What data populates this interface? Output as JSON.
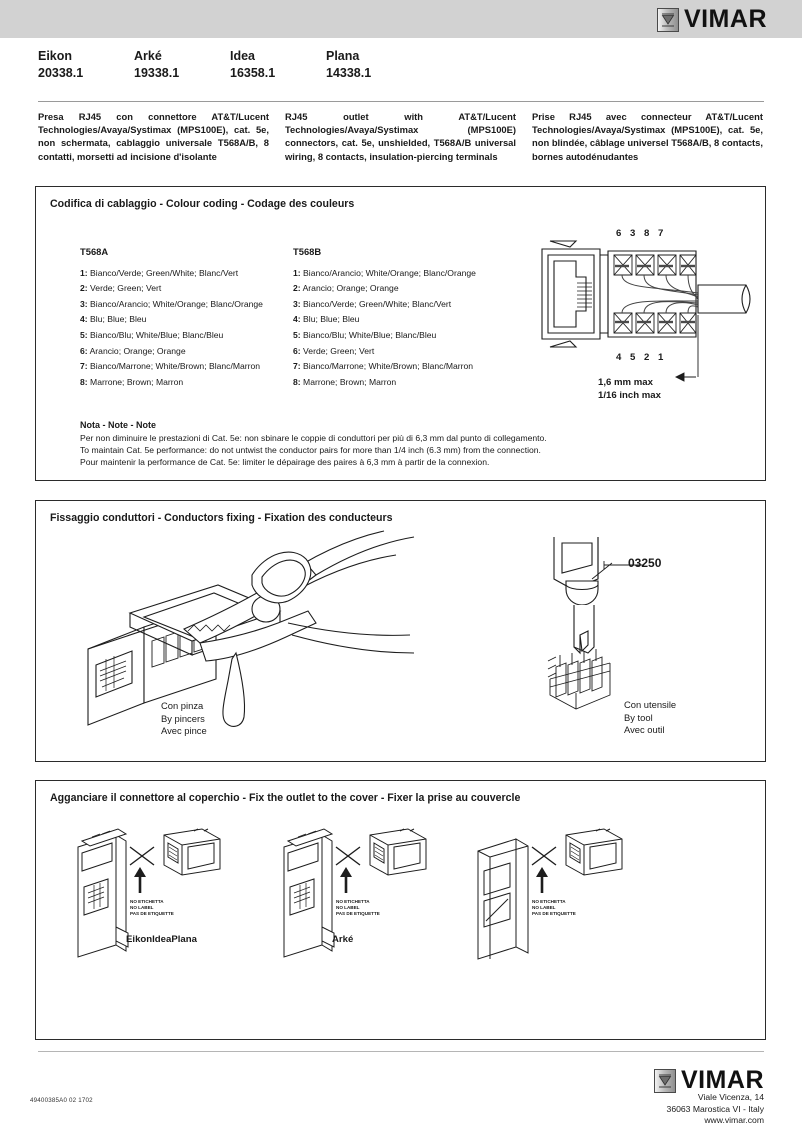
{
  "brand": {
    "name": "VIMAR",
    "logo_icon": "vimar-chevron-logo"
  },
  "products": [
    {
      "name": "Eikon",
      "code": "20338.1"
    },
    {
      "name": "Arké",
      "code": "19338.1"
    },
    {
      "name": "Idea",
      "code": "16358.1"
    },
    {
      "name": "Plana",
      "code": "14338.1"
    }
  ],
  "descriptions": [
    "Presa RJ45 con connettore AT&T/Lucent Technologies/Avaya/Systimax (MPS100E), cat. 5e, non schermata, cablaggio universale T568A/B, 8 contatti, morsetti ad incisione d'isolante",
    "RJ45 outlet with AT&T/Lucent Technologies/Avaya/Systimax (MPS100E) connectors, cat. 5e, unshielded, T568A/B universal wiring, 8 contacts, insulation-piercing terminals",
    "Prise RJ45 avec connecteur AT&T/Lucent Technologies/Avaya/Systimax (MPS100E), cat. 5e, non blindée, câblage universel T568A/B, 8 contacts, bornes autodénudantes"
  ],
  "panel_coding": {
    "title": "Codifica di cablaggio - Colour coding - Codage des couleurs",
    "standard_a": {
      "name": "T568A",
      "pins": [
        {
          "n": "1:",
          "text": "Bianco/Verde; Green/White; Blanc/Vert"
        },
        {
          "n": "2:",
          "text": "Verde; Green; Vert"
        },
        {
          "n": "3:",
          "text": "Bianco/Arancio; White/Orange; Blanc/Orange"
        },
        {
          "n": "4:",
          "text": "Blu; Blue; Bleu"
        },
        {
          "n": "5:",
          "text": "Bianco/Blu; White/Blue; Blanc/Bleu"
        },
        {
          "n": "6:",
          "text": "Arancio; Orange; Orange"
        },
        {
          "n": "7:",
          "text": "Bianco/Marrone; White/Brown; Blanc/Marron"
        },
        {
          "n": "8:",
          "text": "Marrone; Brown; Marron"
        }
      ]
    },
    "standard_b": {
      "name": "T568B",
      "pins": [
        {
          "n": "1:",
          "text": "Bianco/Arancio; White/Orange; Blanc/Orange"
        },
        {
          "n": "2:",
          "text": "Arancio; Orange; Orange"
        },
        {
          "n": "3:",
          "text": "Bianco/Verde; Green/White; Blanc/Vert"
        },
        {
          "n": "4:",
          "text": "Blu; Blue; Bleu"
        },
        {
          "n": "5:",
          "text": "Bianco/Blu; White/Blue; Blanc/Bleu"
        },
        {
          "n": "6:",
          "text": "Verde; Green; Vert"
        },
        {
          "n": "7:",
          "text": "Bianco/Marrone; White/Brown; Blanc/Marron"
        },
        {
          "n": "8:",
          "text": "Marrone; Brown; Marron"
        }
      ]
    },
    "note": {
      "head": "Nota - Note - Note",
      "it": "Per non diminuire le prestazioni di Cat. 5e: non sbinare le coppie di conduttori per più di 6,3 mm dal punto di collegamento.",
      "en": "To maintain Cat. 5e performance: do not untwist the conductor pairs for more than 1/4 inch (6.3 mm) from the connection.",
      "fr": "Pour maintenir la performance de Cat. 5e: limiter le dépairage des paires à 6,3 mm à partir de la connexion."
    },
    "diagram": {
      "pins_top": "6 3 8 7",
      "pins_bottom": "4 5 2 1",
      "dim_mm": "1,6 mm max",
      "dim_inch": "1/16 inch max"
    }
  },
  "panel_fixing": {
    "title": "Fissaggio conduttori - Conductors fixing - Fixation des conducteurs",
    "caption_pincers": {
      "it": "Con pinza",
      "en": "By pincers",
      "fr": "Avec pince"
    },
    "caption_tool": {
      "it": "Con utensile",
      "en": "By tool",
      "fr": "Avec outil"
    },
    "tool_code": "03250"
  },
  "panel_cover": {
    "title": "Agganciare il connettore al coperchio - Fix the outlet to the cover - Fixer la prise au couvercle",
    "no_label": {
      "it": "NO ETICHETTA",
      "en": "NO LABEL",
      "fr": "PAS DE ETIQUETTE"
    },
    "items": [
      {
        "caption": "EikonIdeaPlana"
      },
      {
        "caption": "Arké"
      },
      {
        "caption": ""
      }
    ]
  },
  "footer": {
    "address_line1": "Viale Vicenza, 14",
    "address_line2": "36063 Marostica VI - Italy",
    "website": "www.vimar.com",
    "doc_code": "49400385A0  02  1702"
  },
  "colors": {
    "header_band": "#d2d2d2",
    "panel_border": "#2b2b2b",
    "text": "#1a1a1a",
    "rule": "#9a9a9a"
  }
}
